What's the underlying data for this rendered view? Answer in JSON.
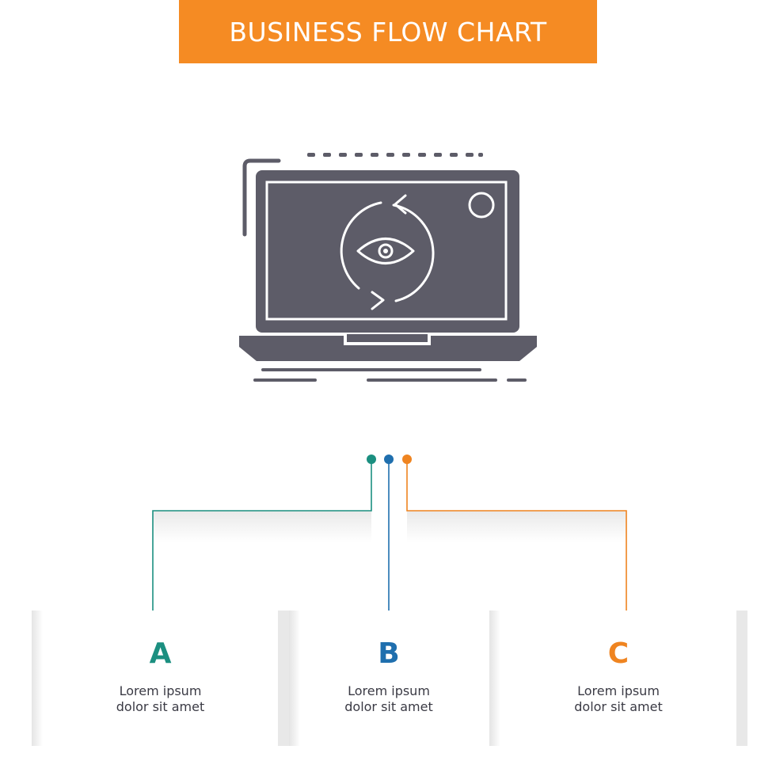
{
  "header": {
    "title": "BUSINESS FLOW CHART"
  },
  "colors": {
    "banner": "#f58b23",
    "icon": "#5d5c68",
    "teal": "#1b8f80",
    "blue": "#1f6fae",
    "orange": "#ef8420"
  },
  "icon": {
    "name": "laptop-with-rotating-eye-icon"
  },
  "steps": [
    {
      "letter": "A",
      "line1": "Lorem ipsum",
      "line2": "dolor sit amet",
      "color": "#1b8f80"
    },
    {
      "letter": "B",
      "line1": "Lorem ipsum",
      "line2": "dolor sit amet",
      "color": "#1f6fae"
    },
    {
      "letter": "C",
      "line1": "Lorem ipsum",
      "line2": "dolor sit amet",
      "color": "#ef8420"
    }
  ]
}
